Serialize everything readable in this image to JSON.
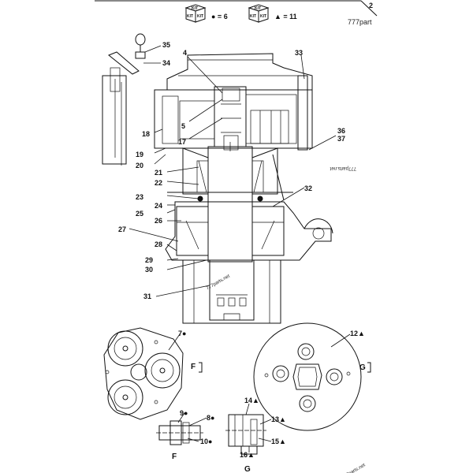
{
  "header": {
    "page_number": "2",
    "watermark_top": "777part",
    "kit_label": "KIT",
    "legend_circle": "● = 6",
    "legend_triangle": "▲ = 11"
  },
  "watermarks": {
    "side": "777parts.net",
    "center": "777parts.net",
    "bottom": "777parts.net"
  },
  "callouts": {
    "c35": "35",
    "c34": "34",
    "c4": "4",
    "c33": "33",
    "c5": "5",
    "c17": "17",
    "c18": "18",
    "c19": "19",
    "c20": "20",
    "c36": "36",
    "c37": "37",
    "c21": "21",
    "c22": "22",
    "c23": "23",
    "c24": "24",
    "c25": "25",
    "c26": "26",
    "c32": "32",
    "c27": "27",
    "c28": "28",
    "c29": "29",
    "c30": "30",
    "c31": "31",
    "c7": "7●",
    "c12": "12▲",
    "c9": "9●",
    "c8": "8●",
    "c10": "10●",
    "c14": "14▲",
    "c13": "13▲",
    "c15": "15▲",
    "c16": "16▲"
  },
  "views": {
    "F_marker": "F",
    "G_marker": "G",
    "F_caption": "F",
    "G_caption": "G"
  },
  "colors": {
    "line": "#111111",
    "background": "#ffffff"
  }
}
